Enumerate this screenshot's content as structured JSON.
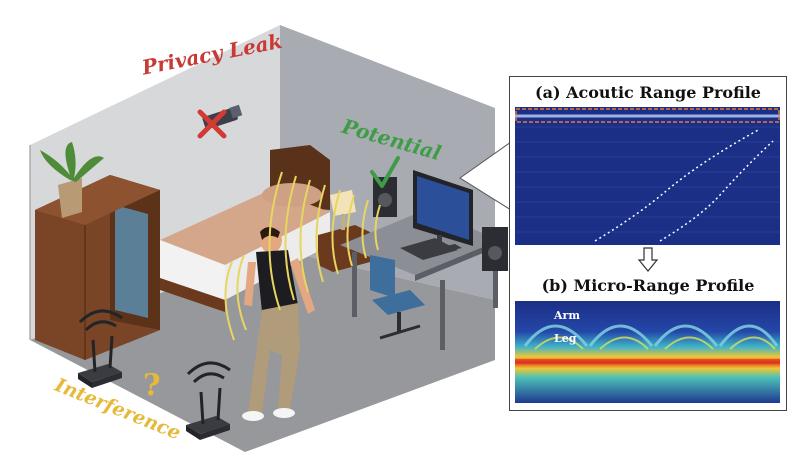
{
  "labels": {
    "privacy_leak": "Privacy Leak",
    "potential": "Potential",
    "interference": "Interference",
    "question_mark": "?"
  },
  "panel": {
    "title_a": "(a) Acoutic Range Profile",
    "title_b": "(b) Micro-Range Profile",
    "arm": "Arm",
    "leg": "Leg"
  },
  "colors": {
    "privacy": "#c83a36",
    "potential": "#3f9c46",
    "interference": "#e6b93a",
    "spectrogram_bg": "#1c2f86",
    "highlight_box": "#e07b3a"
  },
  "icons": [
    "camera-icon",
    "cross-icon",
    "checkmark-icon",
    "wifi-router-icon",
    "down-arrow-icon"
  ]
}
